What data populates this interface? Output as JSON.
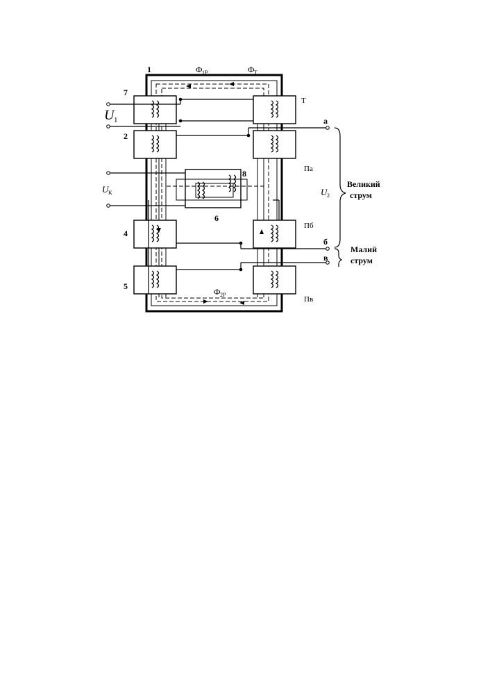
{
  "diagram": {
    "labels": {
      "n1": "1",
      "n2": "2",
      "n4": "4",
      "n5": "5",
      "n6": "6",
      "n7": "7",
      "n8": "8",
      "flux_1p": "Ф",
      "flux_1p_sub": "1P",
      "flux_t": "Ф",
      "flux_t_sub": "T",
      "flux_2p": "Ф",
      "flux_2p_sub": "2P",
      "u1": "U",
      "u1_sub": "1",
      "uk": "U",
      "uk_sub": "K",
      "u2": "U",
      "u2_sub": "2",
      "winding_t": "T",
      "winding_pa": "Па",
      "winding_pb": "Пб",
      "winding_pv": "Пв",
      "term_a": "а",
      "term_b": "б",
      "term_v": "в",
      "big_current_1": "Великий",
      "big_current_2": "струм",
      "small_current_1": "Малий",
      "small_current_2": "струм"
    },
    "colors": {
      "line": "#000000",
      "background": "#ffffff"
    }
  }
}
